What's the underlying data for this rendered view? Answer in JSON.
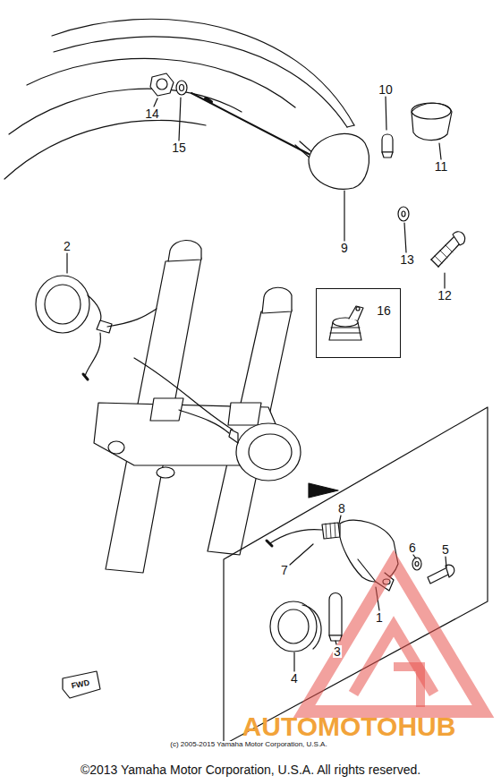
{
  "diagram": {
    "caption": "©2013 Yamaha Motor Corporation, U.S.A. All rights reserved.",
    "nodes": [
      {
        "text": [
          "16"
        ]
      }
    ],
    "labels": [
      "14",
      "15",
      "10",
      "11",
      "9",
      "13",
      "12",
      "2",
      "8",
      "6",
      "5",
      "7",
      "1",
      "3",
      "4",
      "FWD",
      "AUTOMOTOHUB",
      "(c) 2005-2015 Yamaha Motor Corporation, U.S.A."
    ]
  }
}
